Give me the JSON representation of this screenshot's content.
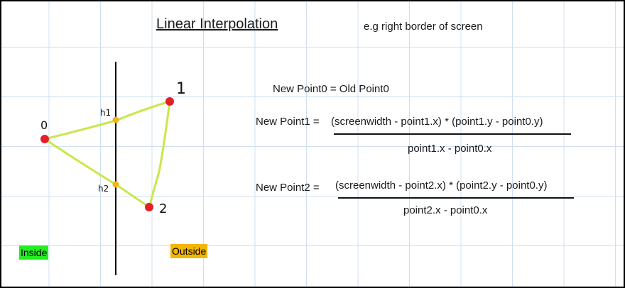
{
  "title": "Linear Interpolation",
  "subtitle": "e.g right border of screen",
  "equations": {
    "point0": "New Point0 = Old Point0",
    "point1_label": "New Point1 =",
    "point1_numerator": "(screenwidth - point1.x) * (point1.y - point0.y)",
    "point1_denominator": "point1.x - point0.x",
    "point2_label": "New Point2 =",
    "point2_numerator": "(screenwidth - point2.x) * (point2.y - point0.y)",
    "point2_denominator": "point2.x - point0.x"
  },
  "diagram": {
    "points": [
      {
        "id": "0",
        "label": "0"
      },
      {
        "id": "1",
        "label": "1"
      },
      {
        "id": "2",
        "label": "2"
      }
    ],
    "intersections": [
      {
        "id": "h1",
        "label": "h1"
      },
      {
        "id": "h2",
        "label": "h2"
      }
    ],
    "colors": {
      "edge": "#c8e84a",
      "point": "#e3202a",
      "intersection": "#f5b21c",
      "border_line": "#000000"
    }
  },
  "tags": {
    "inside": {
      "label": "Inside",
      "color": "#22ee22"
    },
    "outside": {
      "label": "Outside",
      "color": "#f5b600"
    }
  }
}
